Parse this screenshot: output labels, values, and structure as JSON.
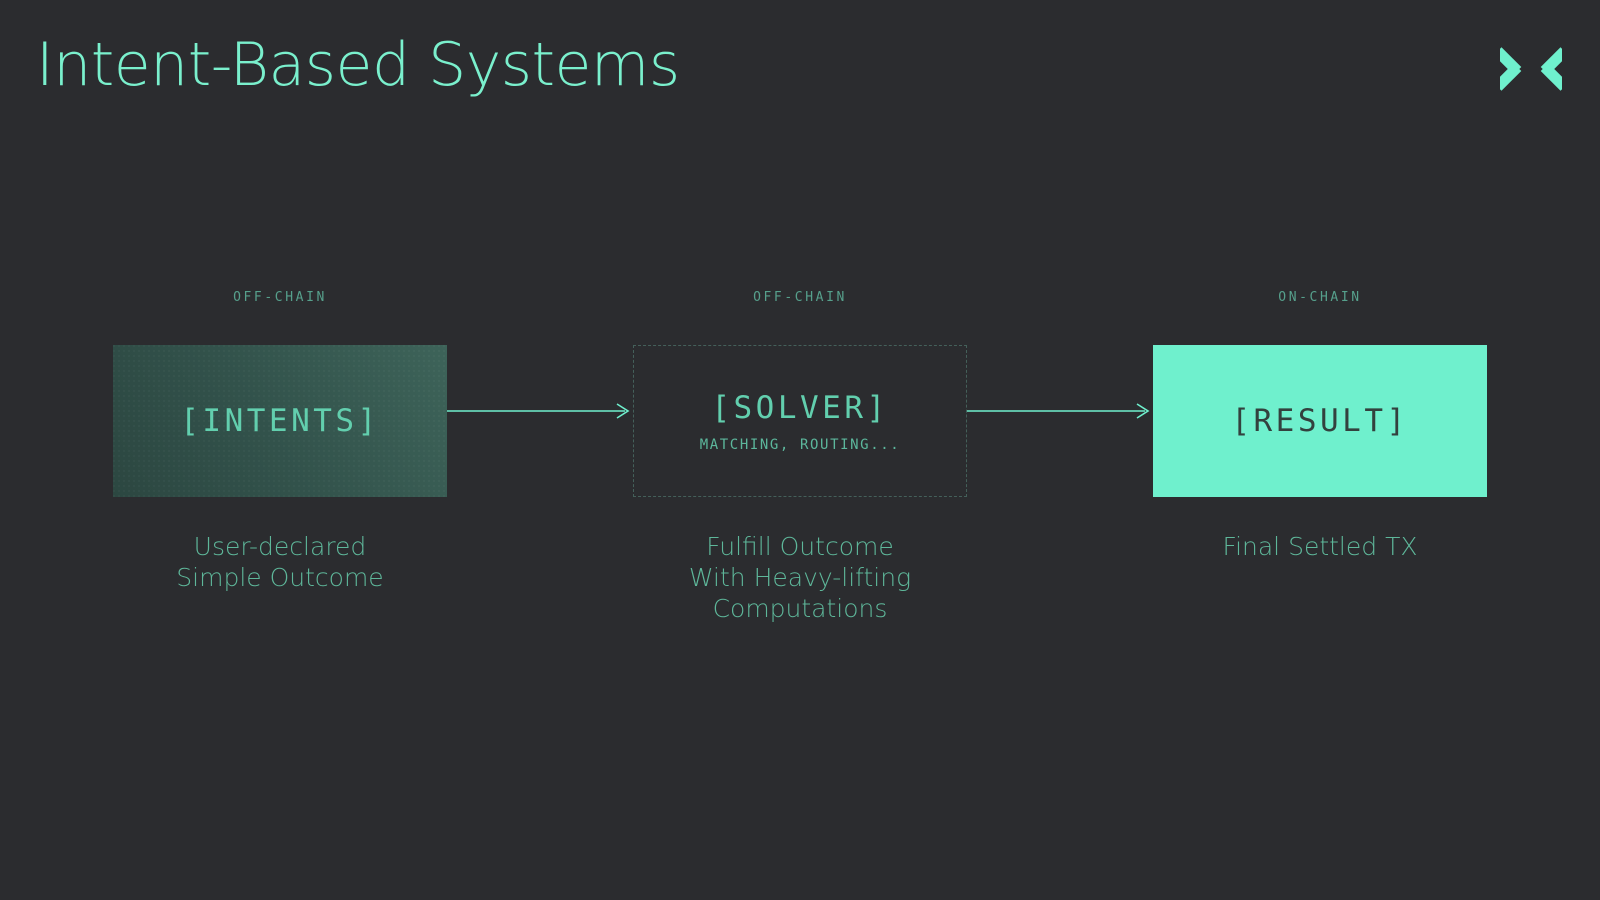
{
  "slide": {
    "title": "Intent-Based Systems",
    "background_color": "#2b2c2f",
    "accent_color": "#6ff0cd",
    "muted_accent_color": "#56a08c"
  },
  "logo": {
    "name": "x-mark-logo",
    "color": "#6ff0cd"
  },
  "flow": {
    "stages": [
      {
        "tag": "OFF-CHAIN",
        "label": "[INTENTS]",
        "sub": "",
        "caption": "User-declared\nSimple Outcome",
        "style": "gradient"
      },
      {
        "tag": "OFF-CHAIN",
        "label": "[SOLVER]",
        "sub": "MATCHING, ROUTING...",
        "caption": "Fulfill Outcome\nWith Heavy-lifting\nComputations",
        "style": "dashed"
      },
      {
        "tag": "ON-CHAIN",
        "label": "[RESULT]",
        "sub": "",
        "caption": "Final Settled TX",
        "style": "solid"
      }
    ],
    "connectors": [
      {
        "name": "arrow-intents-to-solver",
        "direction": "right"
      },
      {
        "name": "arrow-solver-to-result",
        "direction": "right"
      }
    ]
  }
}
